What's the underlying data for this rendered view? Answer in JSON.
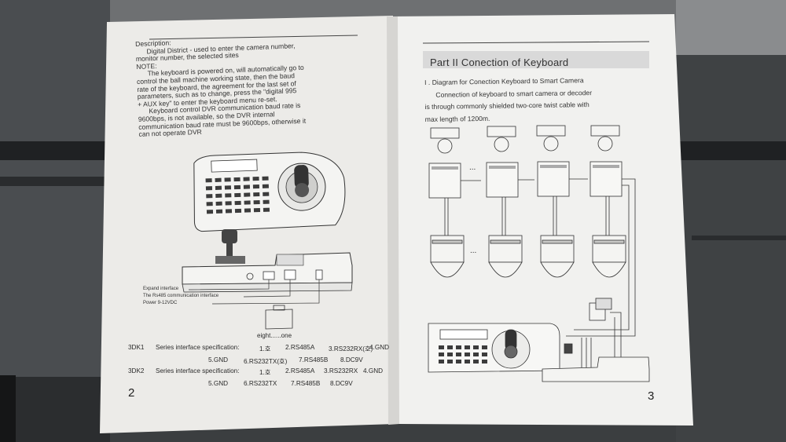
{
  "left_page": {
    "heading": "Description:",
    "description_lines": [
      "Digital District - used to enter the camera number,",
      "monitor number, the selected sites",
      "NOTE:",
      "The keyboard is powered on, will automatically go to",
      "control the ball machine working state, then the baud",
      "rate of the keyboard, the agreement for the last set of",
      "parameters, such as to change, press the \"digital 995",
      "+ AUX key\" to enter the keyboard menu re-set.",
      "Keyboard control DVR communication baud rate is",
      "9600bps, is not available, so the DVR internal",
      "communication baud rate must be 9600bps, otherwise it",
      "can not operate DVR"
    ],
    "labels": {
      "expand": "Expand interface",
      "rs485": "The Rs485 communication interface",
      "power": "Power 9-12VDC",
      "pins": "eight......one"
    },
    "spec1": {
      "model": "3DK1",
      "title": "Series interface specification:",
      "line1": [
        "1.호",
        "2.RS485A",
        "3.RS232RX(호)",
        "4.GND"
      ],
      "line2": [
        "5.GND",
        "6.RS232TX(호)",
        "7.RS485B",
        "8.DC9V"
      ]
    },
    "spec2": {
      "model": "3DK2",
      "title": "Series interface specification:",
      "line1": [
        "1.호",
        "2.RS485A",
        "3.RS232RX",
        "4.GND"
      ],
      "line2": [
        "5.GND",
        "6.RS232TX",
        "7.RS485B",
        "8.DC9V"
      ]
    },
    "page_number": "2"
  },
  "right_page": {
    "part_title": "Part II  Conection of Keyboard",
    "section": "I . Diagram for Conection Keyboard to Smart Camera",
    "body_lines": [
      "Connection of keyboard to smart camera or decoder",
      "is through commonly shielded two-core twist cable with",
      "max length of 1200m."
    ],
    "ellipsis": "...",
    "page_number": "3"
  }
}
